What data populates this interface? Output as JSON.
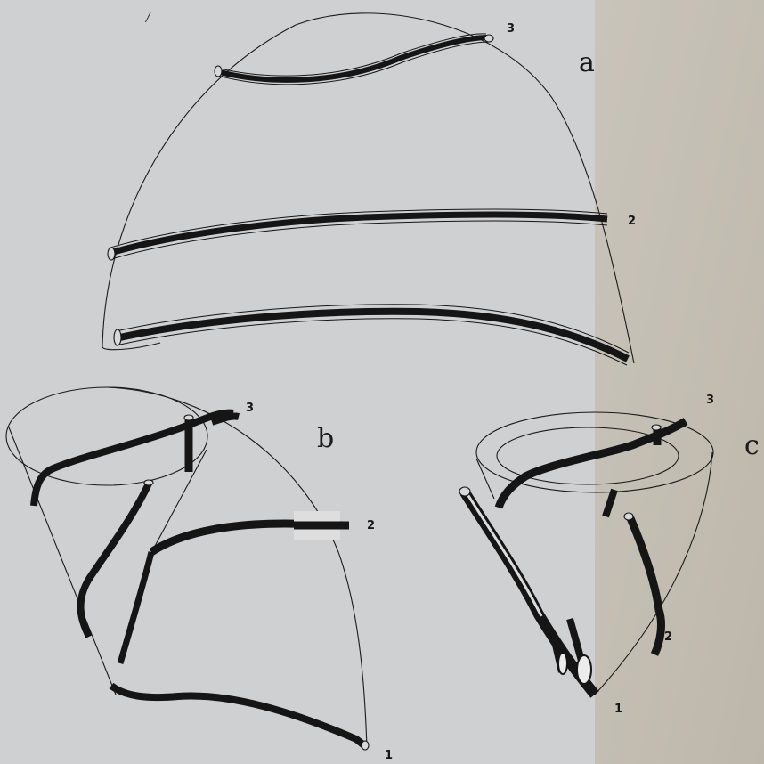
{
  "panels": [
    {
      "id": "a",
      "label": "a",
      "markers": [
        "3",
        "2"
      ]
    },
    {
      "id": "b",
      "label": "b",
      "markers": [
        "3",
        "2",
        "1"
      ]
    },
    {
      "id": "c",
      "label": "c",
      "markers": [
        "3",
        "2",
        "1"
      ]
    }
  ],
  "corner_mark": "/",
  "colors": {
    "background": "#cfd0d2",
    "paper": "#c3beb3",
    "line": "#1a1a1a",
    "tube": "#151515"
  }
}
